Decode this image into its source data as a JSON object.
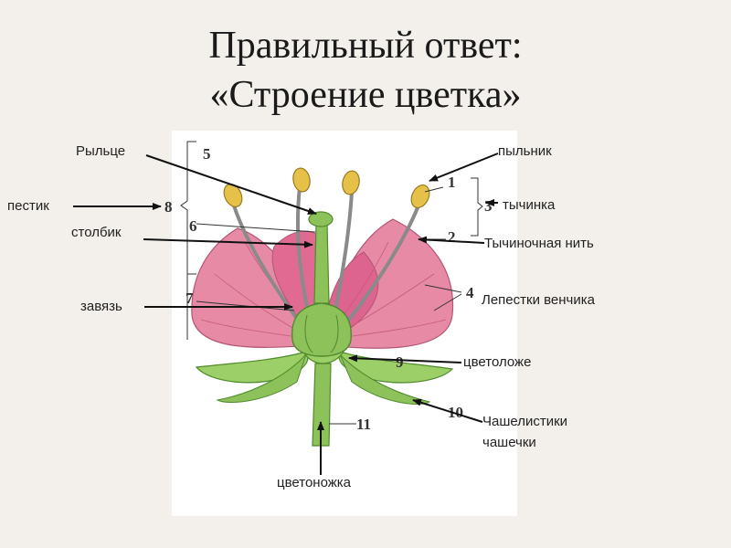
{
  "title": {
    "line1": "Правильный ответ:",
    "line2": "«Строение цветка»"
  },
  "labels": {
    "stigma": "Рыльце",
    "pistil": "пестик",
    "style": "столбик",
    "ovary": "завязь",
    "anther": "пыльник",
    "stamen": "тычинка",
    "filament": "Тычиночная нить",
    "petals": "Лепестки венчика",
    "receptacle": "цветоложе",
    "sepals_line1": "Чашелистики",
    "sepals_line2": "чашечки",
    "pedicel": "цветоножка"
  },
  "numbers": {
    "n1": "1",
    "n2": "2",
    "n3": "3",
    "n4": "4",
    "n5": "5",
    "n6": "6",
    "n7": "7",
    "n8": "8",
    "n9": "9",
    "n10": "10",
    "n11": "11"
  },
  "colors": {
    "petal": "#e78aa6",
    "petal_vein": "#c45a7a",
    "green": "#8dc15a",
    "green_dark": "#4f8a2c",
    "anther": "#e6c14a"
  }
}
